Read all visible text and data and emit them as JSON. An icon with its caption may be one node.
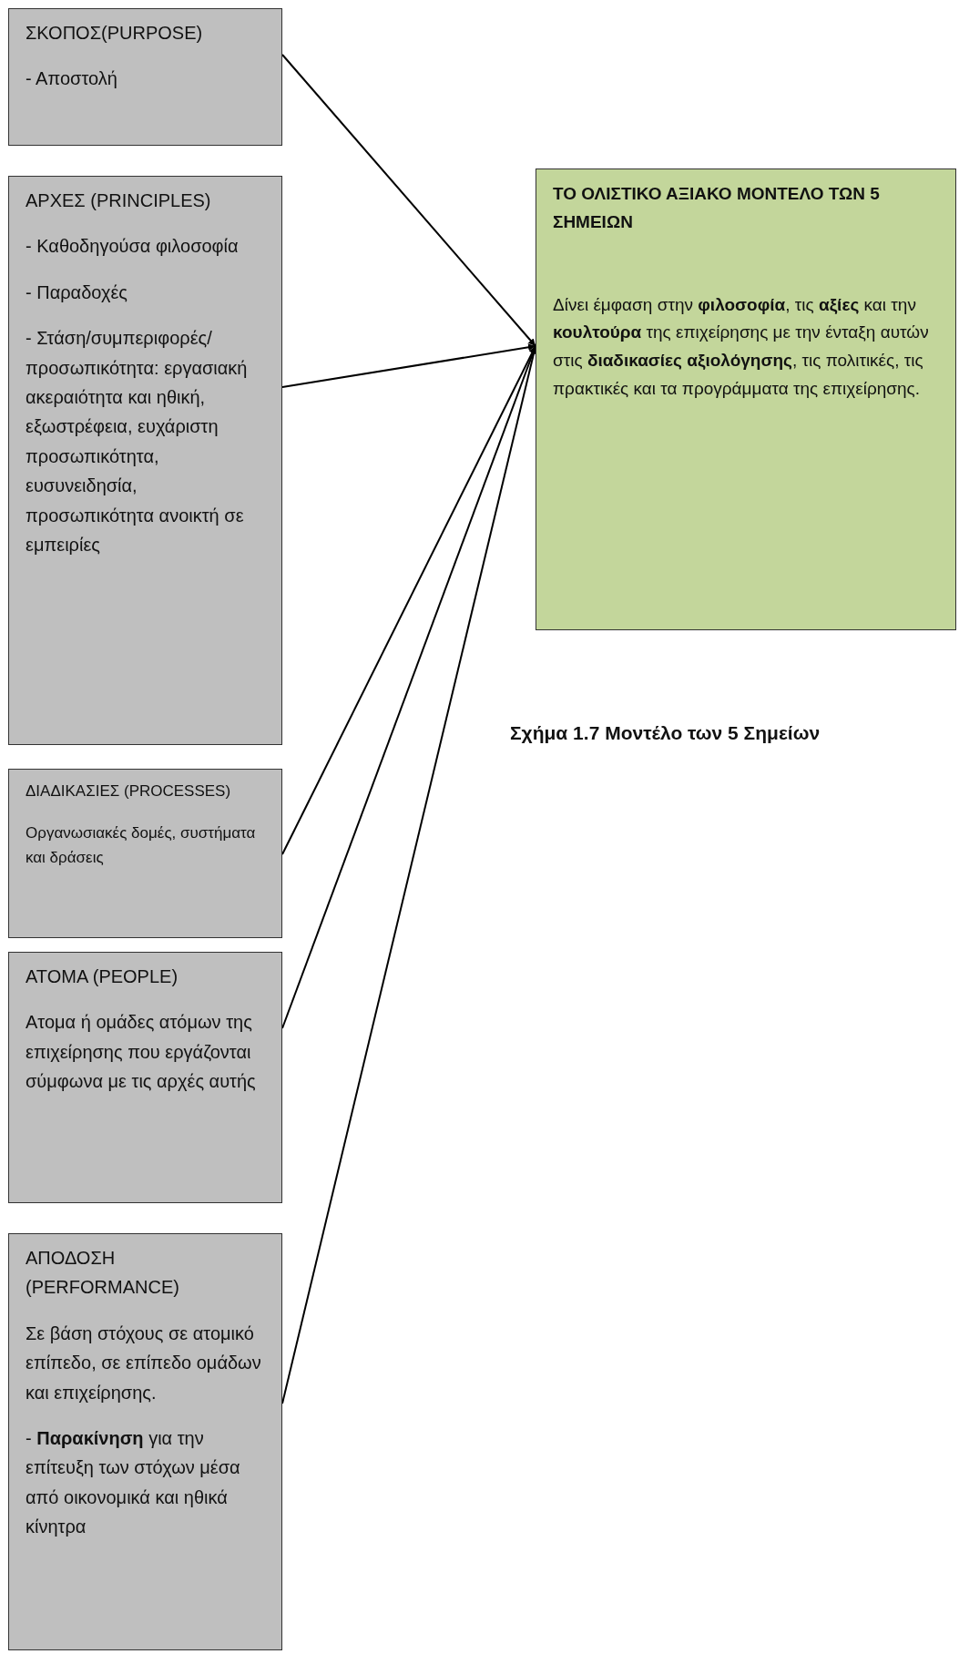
{
  "diagram": {
    "caption": "Σχήμα 1.7 Μοντέλο των 5 Σημείων",
    "nodes": [
      {
        "text": [
          "ΣΚΟΠΟΣ(PURPOSE)",
          "- Αποστολή"
        ]
      },
      {
        "text": [
          "ΑΡΧΕΣ (PRINCIPLES)",
          "- Καθοδηγούσα φιλοσοφία",
          "- Παραδοχές",
          "- Στάση/συμπεριφορές/ προσωπικότητα: εργασιακή ακεραιότητα και ηθική, εξωστρέφεια, ευχάριστη προσωπικότητα, ευσυνειδησία, προσωπικότητα ανοικτή σε εμπειρίες"
        ]
      },
      {
        "text": [
          "ΔΙΑΔΙΚΑΣΙΕΣ (PROCESSES)",
          "Οργανωσιακές δομές, συστήματα και δράσεις"
        ]
      },
      {
        "text": [
          "ΑΤΟΜΑ (PEOPLE)",
          "Ατομα ή ομάδες ατόμων της επιχείρησης που εργάζονται σύμφωνα με τις αρχές αυτής"
        ]
      },
      {
        "text": [
          "ΑΠΟΔΟΣΗ (PERFORMANCE)",
          "Σε βάση στόχους σε ατομικό επίπεδο, σε επίπεδο ομάδων και επιχείρησης.",
          "- **Παρακίνηση** για την επίτευξη των στόχων μέσα από οικονομικά και ηθικά κίνητρα"
        ]
      },
      {
        "text": [
          "ΤΟ ΟΛΙΣΤΙΚΟ ΑΞΙΑΚΟ ΜΟΝΤΕΛΟ ΤΩΝ 5 ΣΗΜΕΙΩΝ",
          "Δίνει έμφαση στην **φιλοσοφία**, τις **αξίες** και την **κουλτούρα** της επιχείρησης με την ένταξη αυτών στις **διαδικασίες αξιολόγησης**, τις πολιτικές, τις πρακτικές και τα προγράμματα της επιχείρησης."
        ]
      }
    ],
    "edges": [
      {
        "from": 0,
        "to": 5,
        "arrow": "to"
      },
      {
        "from": 1,
        "to": 5,
        "arrow": "to"
      },
      {
        "from": 2,
        "to": 5,
        "arrow": "to"
      },
      {
        "from": 3,
        "to": 5,
        "arrow": "to"
      },
      {
        "from": 4,
        "to": 5,
        "arrow": "to"
      }
    ]
  }
}
